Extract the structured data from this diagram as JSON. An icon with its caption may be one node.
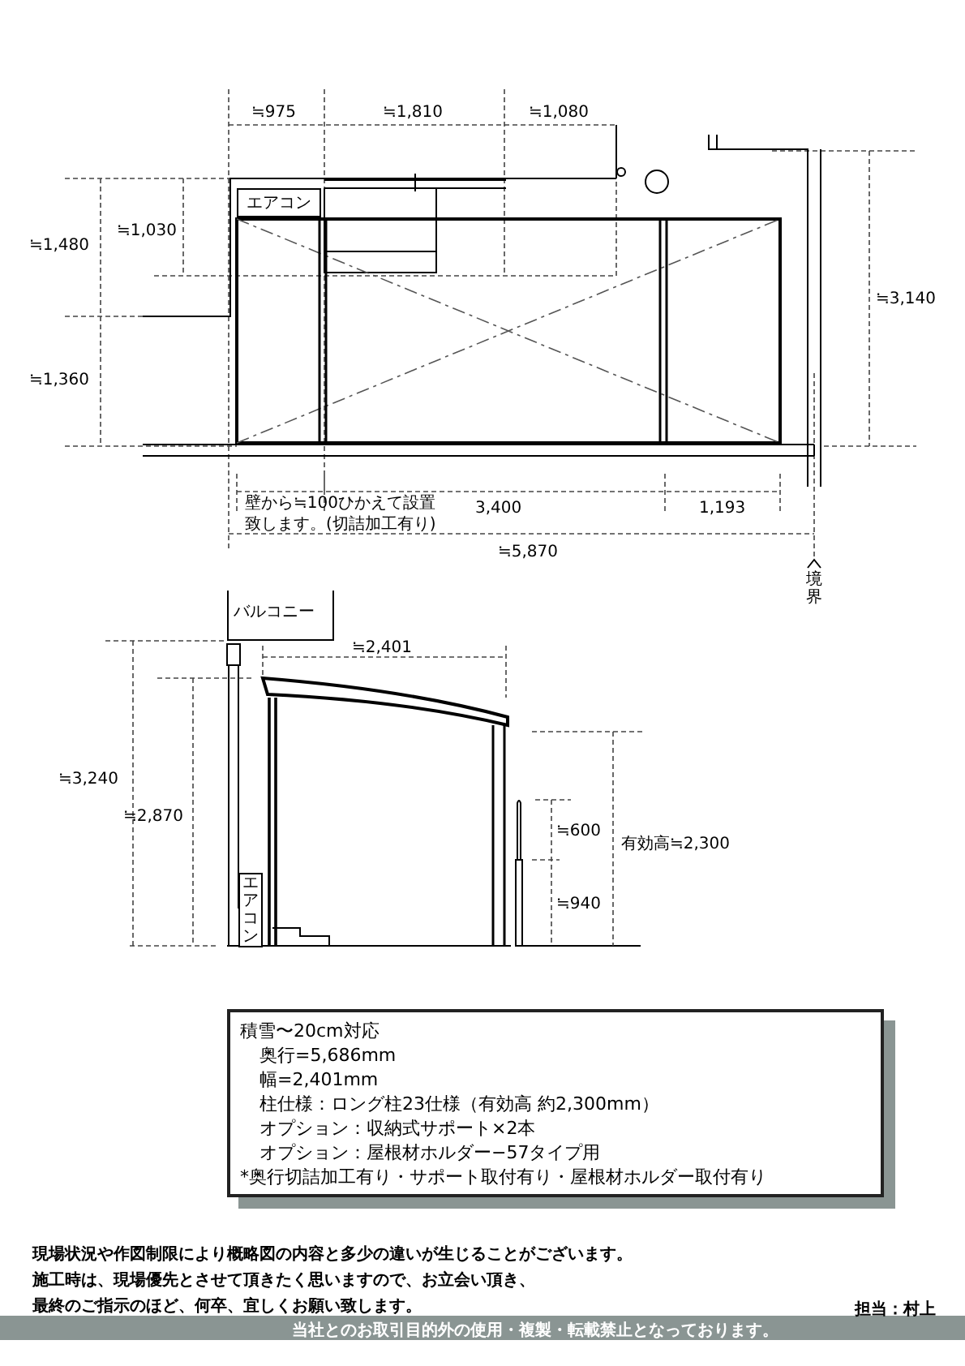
{
  "diagram": {
    "nodes": [
      {
        "text": [
          "エアコン"
        ]
      },
      {
        "text": [
          "バルコニー"
        ]
      },
      {
        "text": [
          "エアコン"
        ]
      },
      {
        "text": [
          "積雪〜20cm対応",
          "奥行=5,686mm",
          "幅=2,401mm",
          "柱仕様：ロング柱23仕様（有効高 約2,300mm）",
          "オプション：収納式サポート×2本",
          "オプション：屋根材ホルダー−57タイプ用",
          "*奥行切詰加工有り・サポート取付有り・屋根材ホルダー取付有り"
        ]
      }
    ],
    "labels": [
      "≒975",
      "≒1,810",
      "≒1,080",
      "≒1,030",
      "≒1,480",
      "≒3,140",
      "≒1,360",
      "壁から≒100ひかえて設置致します。(切詰加工有り)",
      "3,400",
      "1,193",
      "≒5,870",
      "境界",
      "≒2,401",
      "≒3,240",
      "≒2,870",
      "≒600",
      "有効高≒2,300",
      "≒940",
      "現場状況や作図制限により概略図の内容と多少の違いが生じることがございます。",
      "施工時は、現場優先とさせて頂きたく思いますので、お立会い頂き、",
      "最終のご指示のほど、何卒、宜しくお願い致します。",
      "担当：村上",
      "当社とのお取引目的外の使用・複製・転載禁止となっております。"
    ]
  }
}
